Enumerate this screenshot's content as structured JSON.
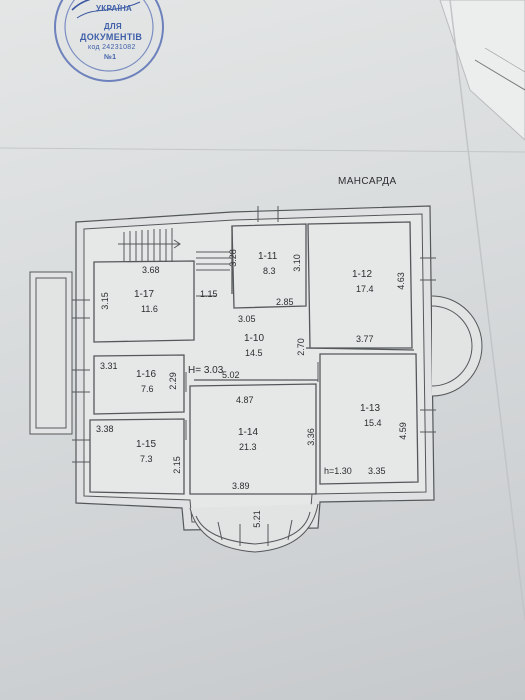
{
  "plan_title": "МАНСАРДА",
  "stamp": {
    "lines": [
      "УКРАЇНА",
      "ДЛЯ",
      "ДОКУМЕНТІВ",
      "код 24231082",
      "№1"
    ]
  },
  "rooms": [
    {
      "id": "1-17",
      "area": "11.6"
    },
    {
      "id": "1-11",
      "area": "8.3"
    },
    {
      "id": "1-12",
      "area": "17.4"
    },
    {
      "id": "1-10",
      "area": "14.5"
    },
    {
      "id": "1-16",
      "area": "7.6"
    },
    {
      "id": "1-15",
      "area": "7.3"
    },
    {
      "id": "1-14",
      "area": "21.3"
    },
    {
      "id": "1-13",
      "area": "15.4"
    }
  ],
  "dimensions": {
    "d368": "3.68",
    "d315": "3.15",
    "d115": "1.15",
    "d328": "3.28",
    "d310": "3.10",
    "d285": "2.85",
    "d305": "3.05",
    "d463": "4.63",
    "d377": "3.77",
    "d331": "3.31",
    "d229": "2.29",
    "d270": "2.70",
    "d502": "5.02",
    "d487": "4.87",
    "d338": "3.38",
    "d336": "3.36",
    "d459": "4.59",
    "d215": "2.15",
    "d389": "3.89",
    "d521": "5.21",
    "d335": "3.35"
  },
  "height_marks": {
    "h303": "H= 3.03",
    "h130": "h=1.30"
  },
  "colors": {
    "stamp": "#3f5fa8",
    "ink": "#2b2d30",
    "wall_fill": "#dfe1e2"
  }
}
